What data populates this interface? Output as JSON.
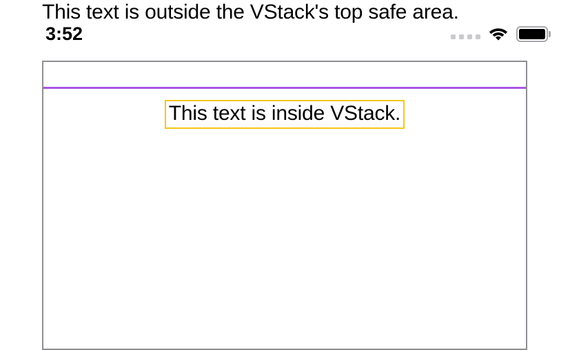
{
  "outside_text": "This text is outside the VStack's top safe area.",
  "status_bar": {
    "time": "3:52",
    "signal_icon": "signal-dots-icon",
    "signal_dots_count": 4,
    "signal_dots_color": "#c9c9ce",
    "wifi_icon": "wifi-icon",
    "wifi_color": "#000000",
    "battery_icon": "battery-full-icon",
    "battery_level_percent": 100,
    "battery_outline_color": "#a8a8ad",
    "battery_fill_color": "#000000"
  },
  "vstack": {
    "border_color": "#8e8e93",
    "safe_area_line_color": "#a855e8",
    "inside_text": "This text is inside VStack.",
    "inside_text_border_color": "#f5c518"
  }
}
